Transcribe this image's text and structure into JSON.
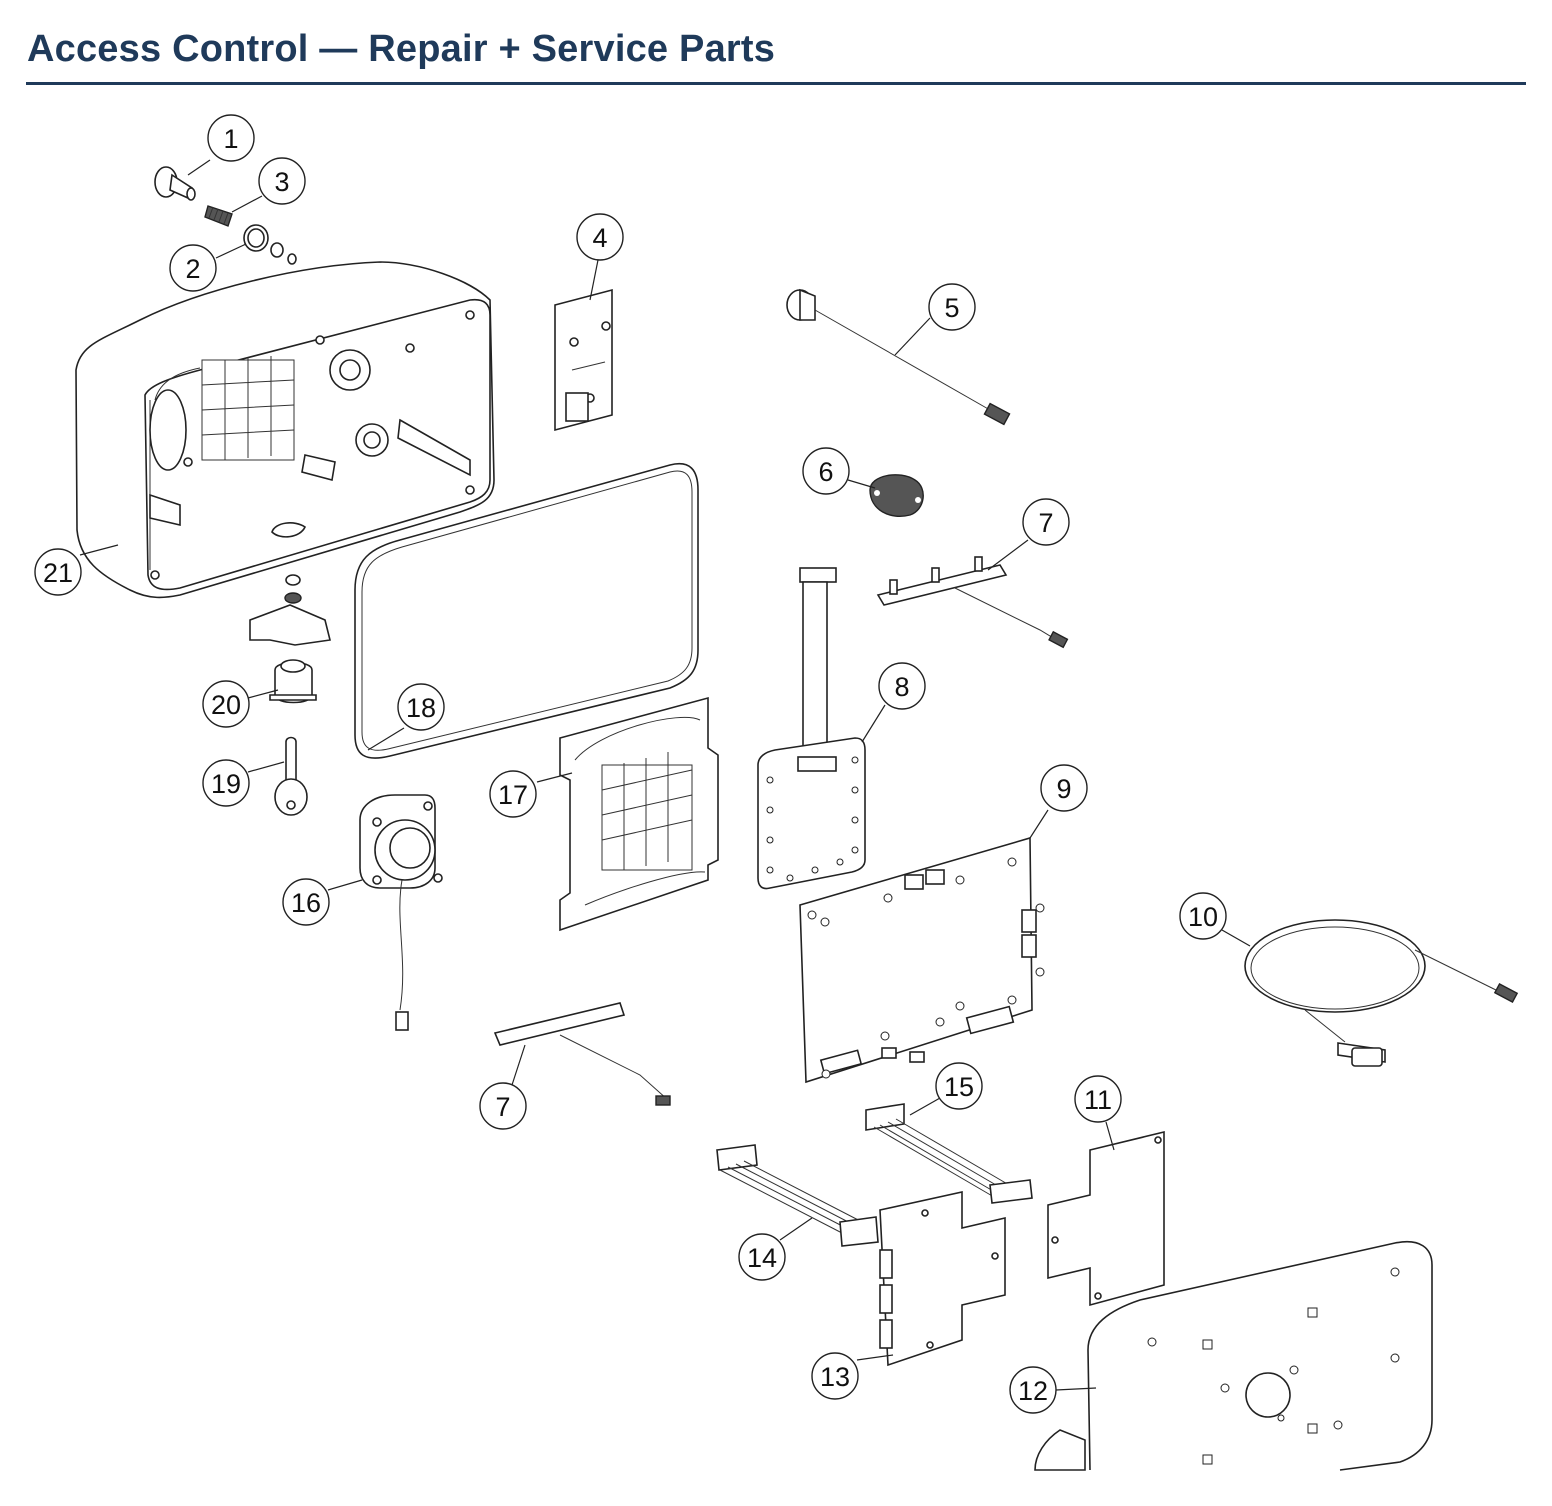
{
  "title": "Access Control — Repair + Service Parts",
  "callouts": [
    "1",
    "3",
    "2",
    "4",
    "5",
    "6",
    "7",
    "8",
    "9",
    "10",
    "11",
    "12",
    "13",
    "14",
    "15",
    "16",
    "17",
    "18",
    "19",
    "20",
    "21",
    "7"
  ]
}
